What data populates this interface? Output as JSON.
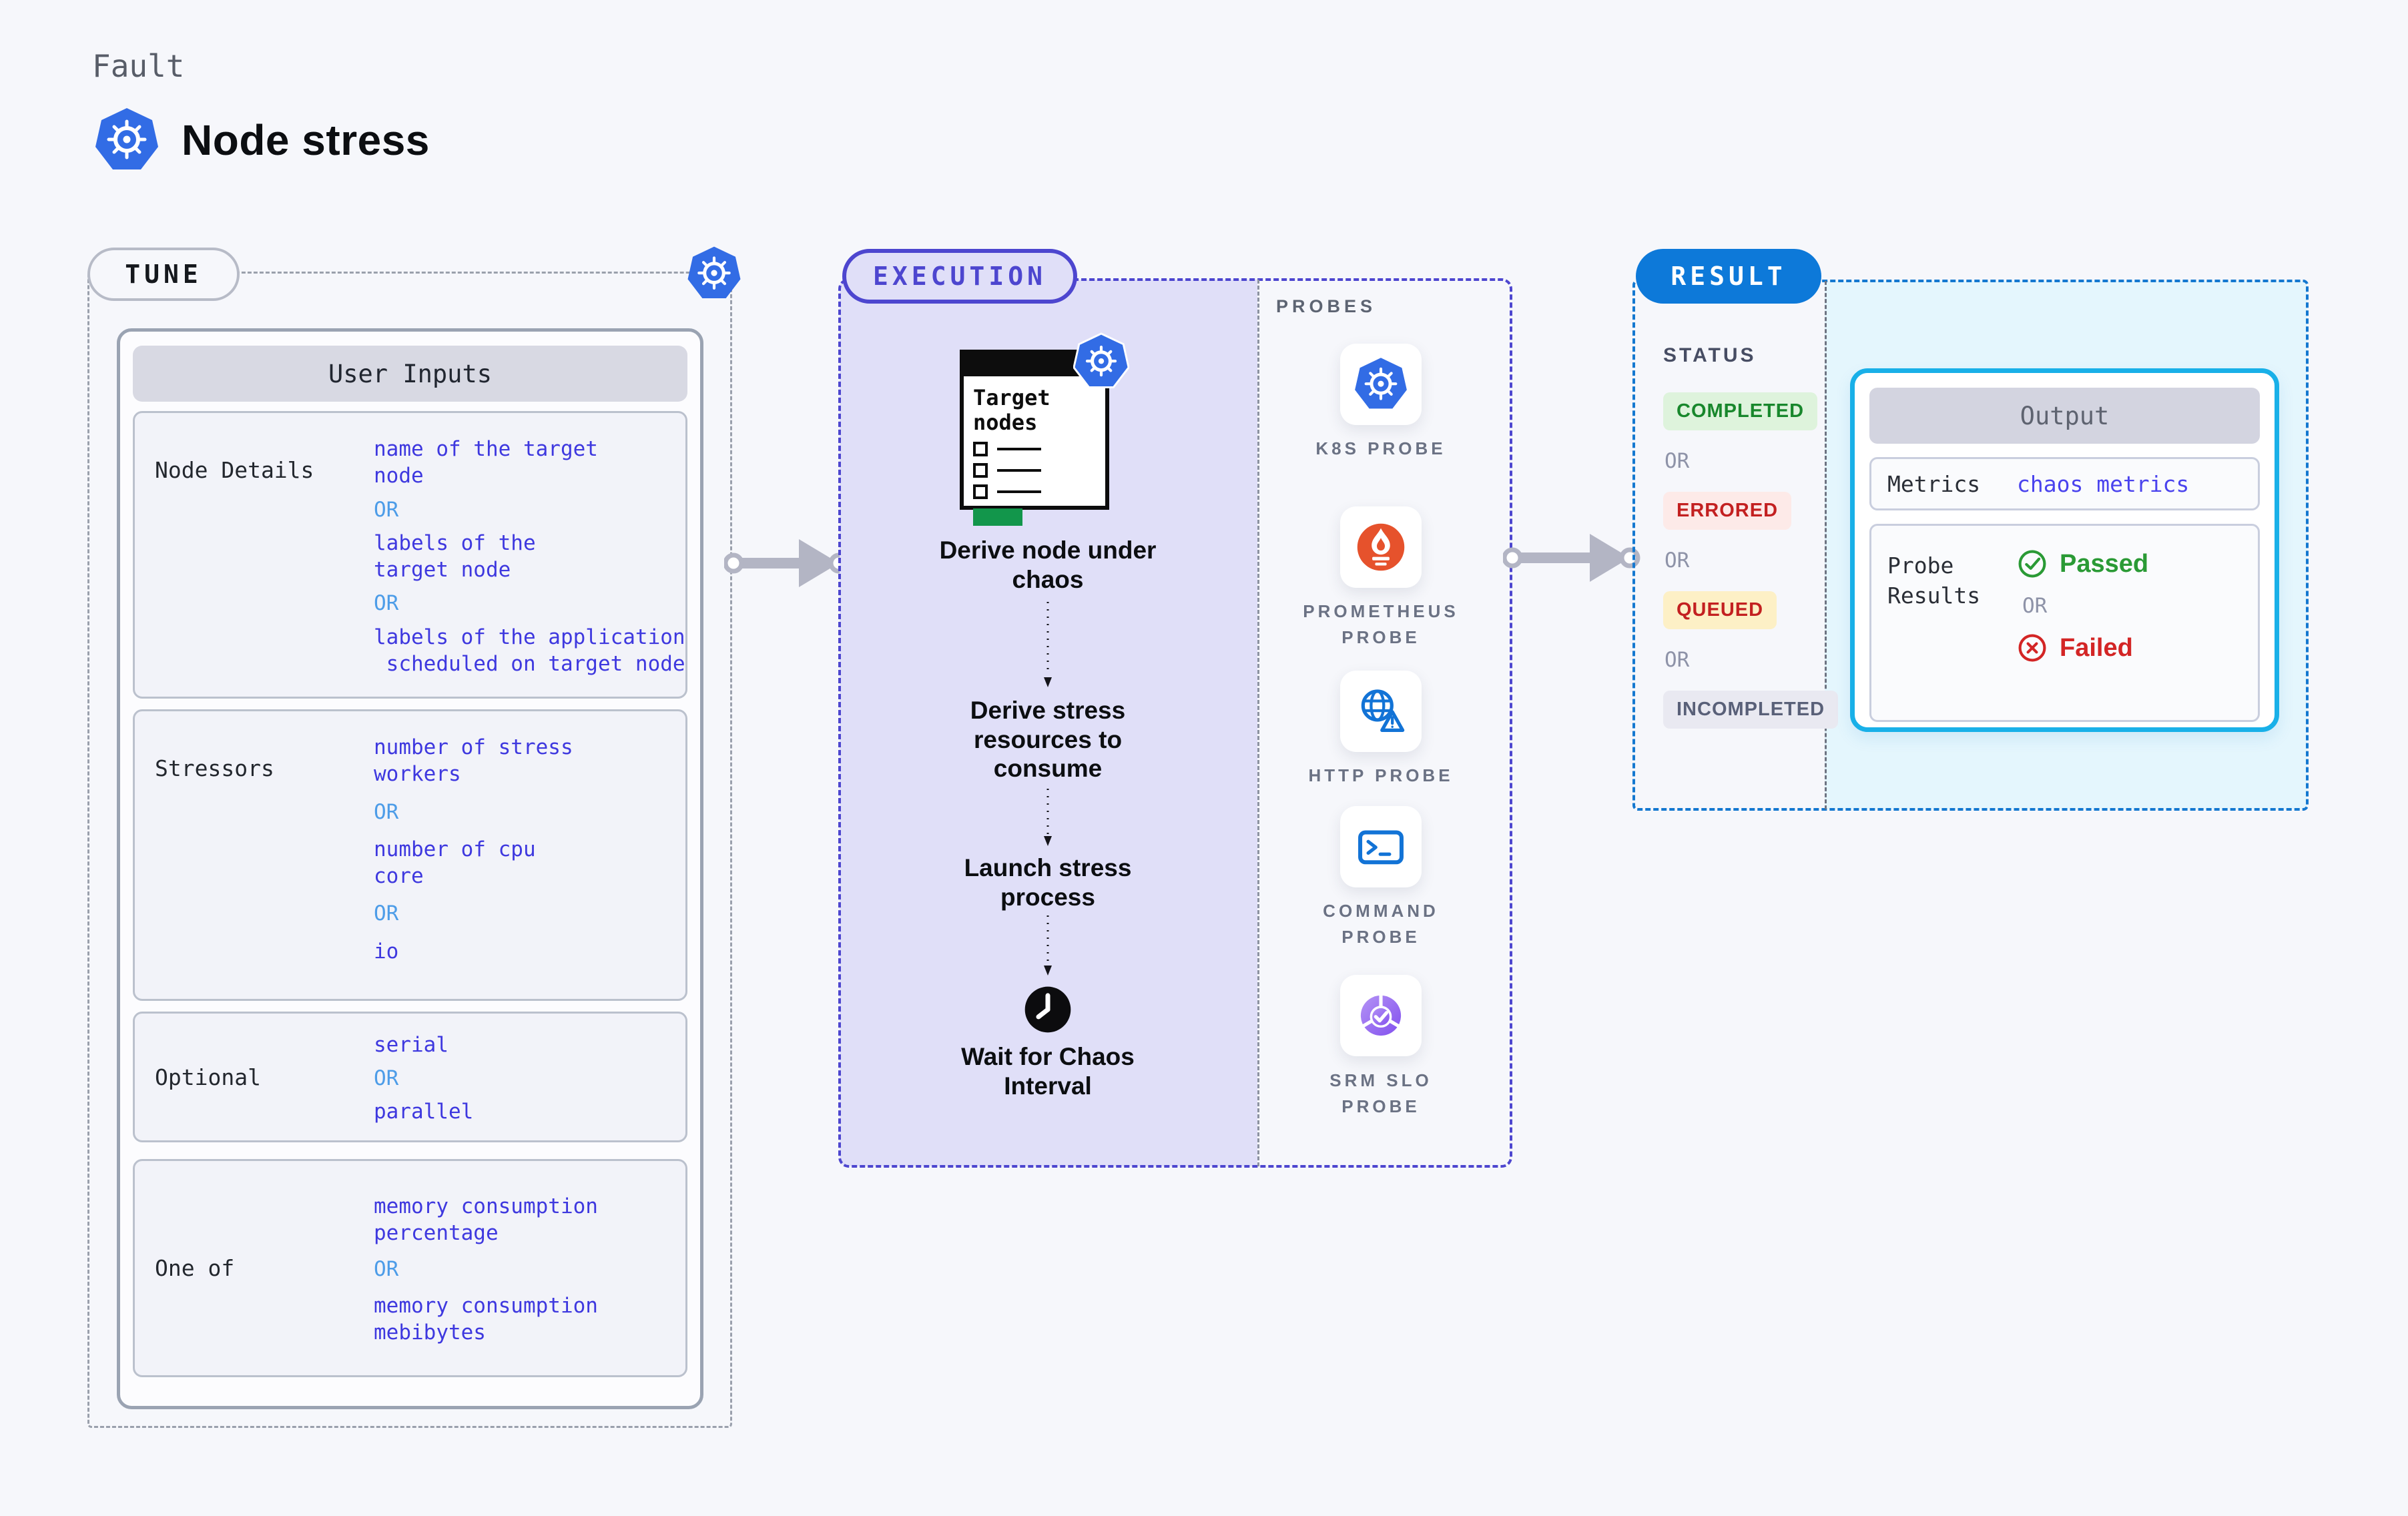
{
  "header": {
    "eyebrow": "Fault",
    "title": "Node stress"
  },
  "tune": {
    "badge": "TUNE",
    "panel_title": "User Inputs",
    "rows": [
      {
        "label": "Node Details",
        "values": [
          "name of the target\nnode",
          "OR",
          "labels of the\ntarget node",
          "OR",
          "labels of the application\n scheduled on target node"
        ]
      },
      {
        "label": "Stressors",
        "values": [
          "number of stress\nworkers",
          "OR",
          "number of cpu\ncore",
          "OR",
          "io"
        ]
      },
      {
        "label": "Optional",
        "values": [
          "serial",
          "OR",
          "parallel"
        ]
      },
      {
        "label": "One of",
        "values": [
          "memory consumption\npercentage",
          "OR",
          "memory consumption\nmebibytes"
        ]
      }
    ]
  },
  "execution": {
    "badge": "EXECUTION",
    "clipboard_title": "Target nodes",
    "steps": [
      "Derive node under chaos",
      "Derive stress resources to consume",
      "Launch stress process",
      "Wait for Chaos Interval"
    ]
  },
  "probes": {
    "title": "PROBES",
    "items": [
      "K8S PROBE",
      "PROMETHEUS PROBE",
      "HTTP PROBE",
      "COMMAND PROBE",
      "SRM SLO PROBE"
    ]
  },
  "result": {
    "badge": "RESULT",
    "status_title": "STATUS",
    "statuses": [
      "COMPLETED",
      "OR",
      "ERRORED",
      "OR",
      "QUEUED",
      "OR",
      "INCOMPLETED"
    ],
    "output": {
      "title": "Output",
      "metrics_label": "Metrics",
      "metrics_value": "chaos metrics",
      "probe_results_label": "Probe Results",
      "passed": "Passed",
      "or": "OR",
      "failed": "Failed"
    }
  },
  "colors": {
    "kubernetes_blue": "#326ce5",
    "execution_indigo": "#4d46cf",
    "result_blue": "#0d79d9",
    "output_border_cyan": "#19b0e8",
    "value_indigo": "#3e38df",
    "or_light_blue": "#4d9ce8",
    "completed_green": "#18872c",
    "errored_red": "#c32020",
    "queued_bg_yellow": "#fdf0c6",
    "incompleted_gray": "#596078",
    "passed_green": "#2a9a35",
    "failed_red": "#d32525",
    "prometheus_orange": "#e6522c",
    "srm_purple": "#8250ee",
    "clipboard_button_green": "#12964b",
    "arrow_gray": "#b3b5c4"
  }
}
